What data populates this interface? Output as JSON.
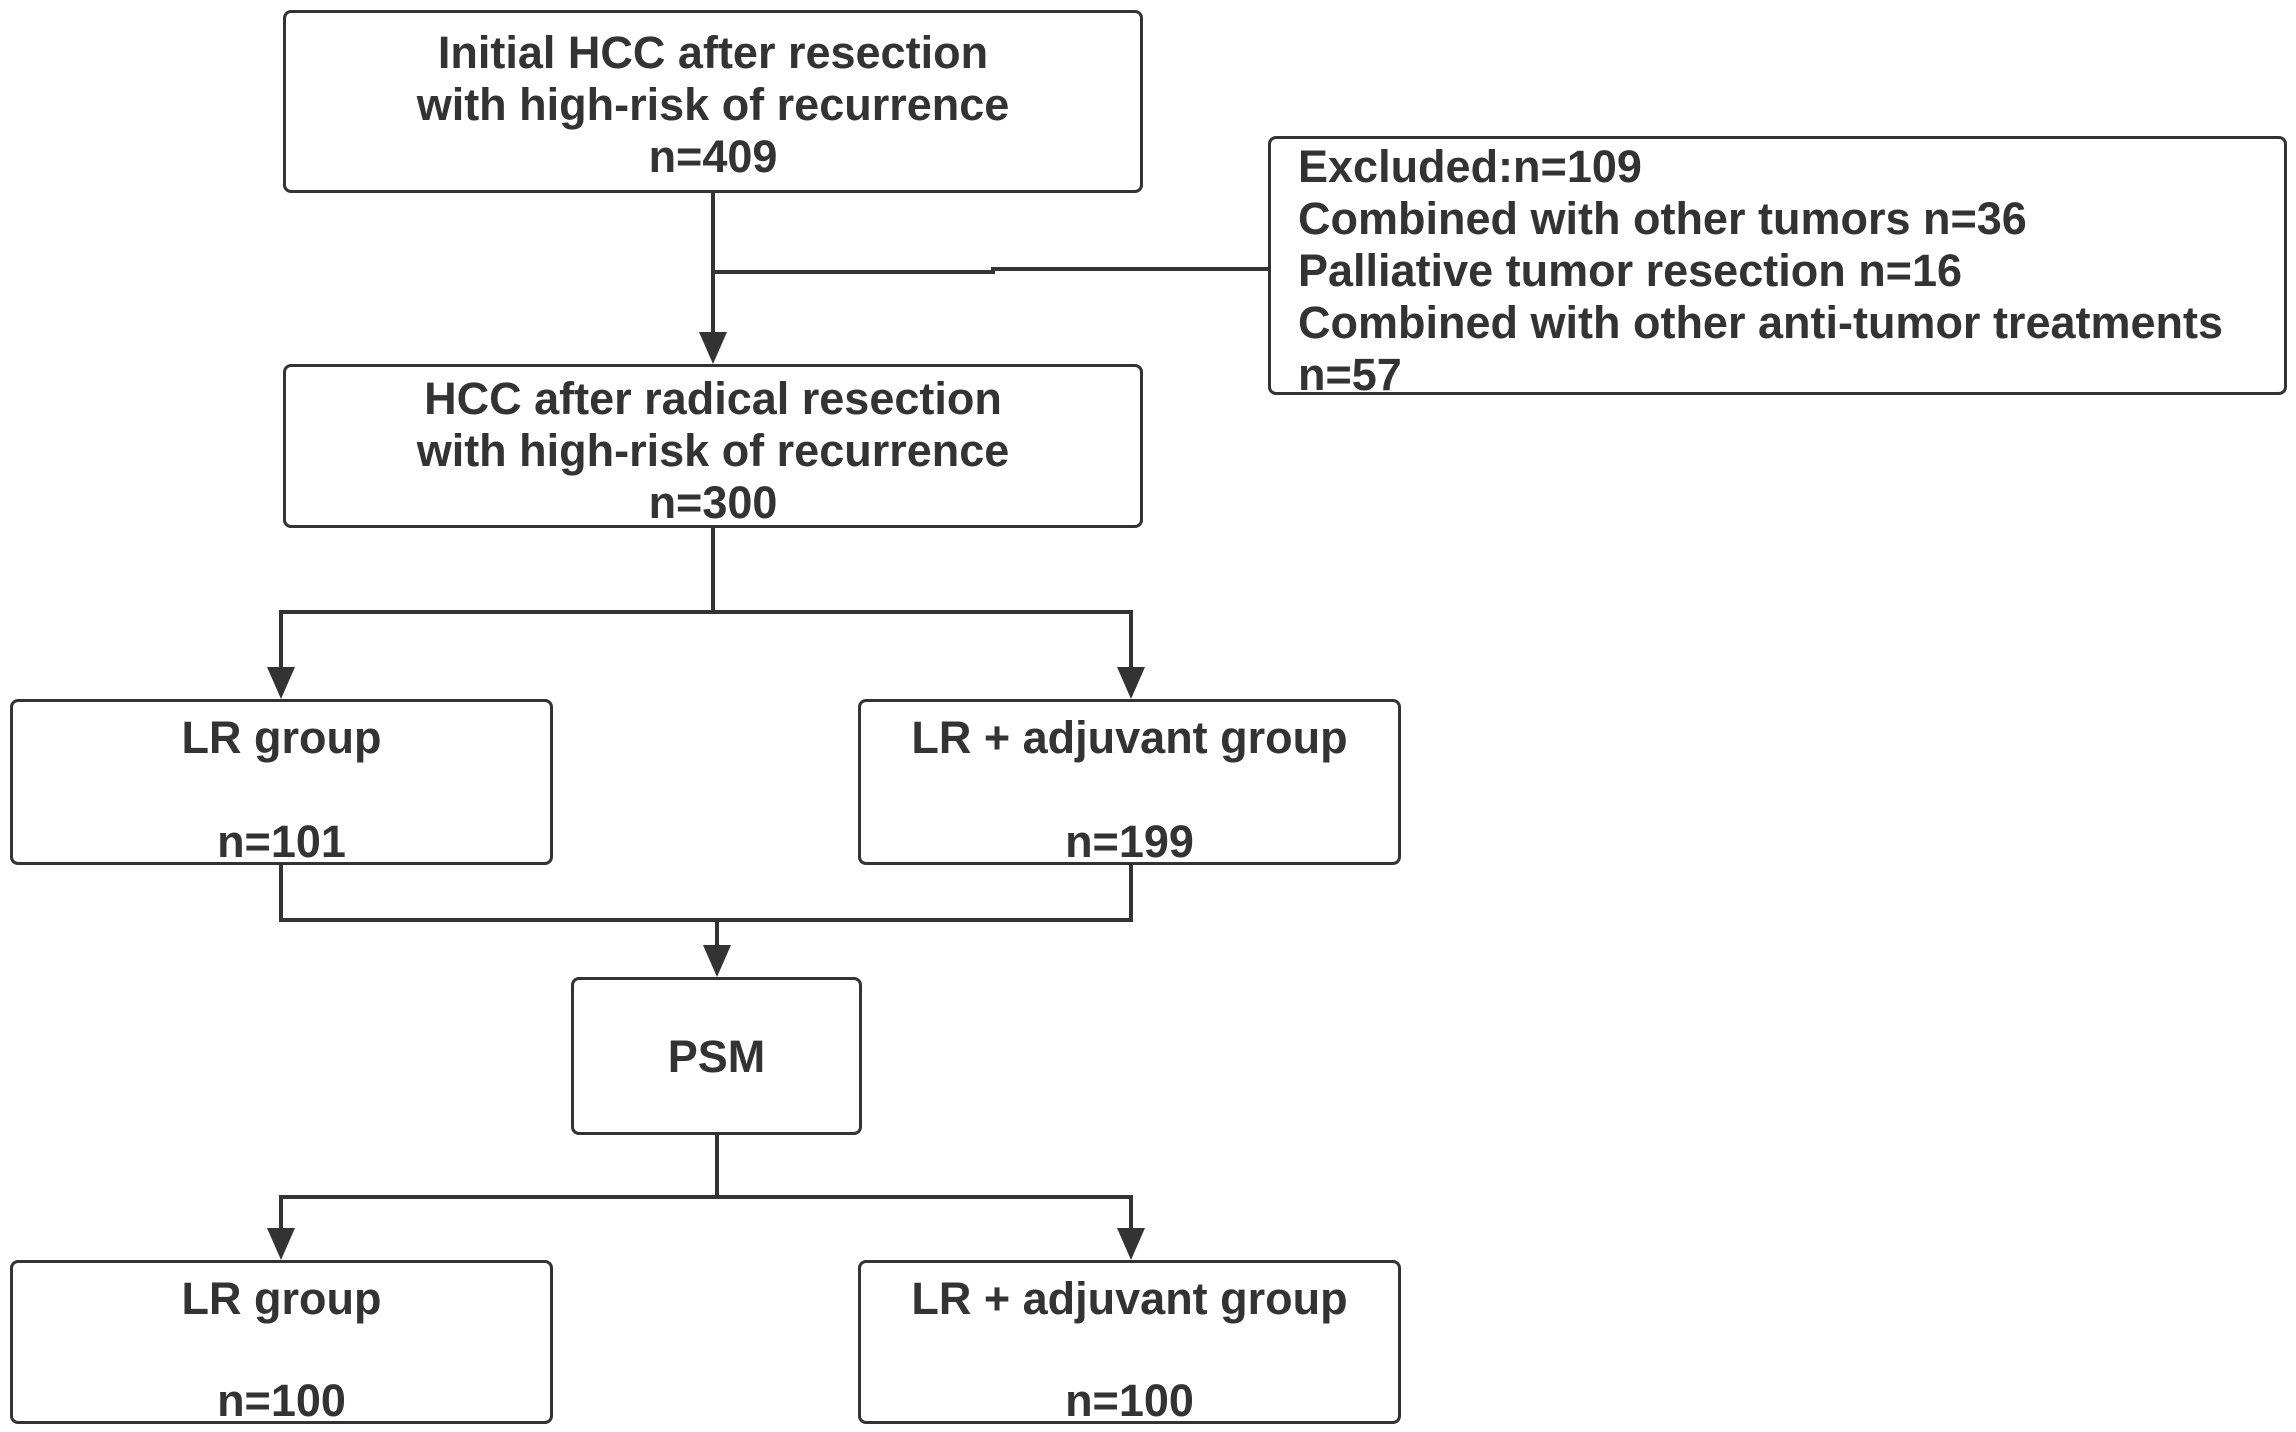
{
  "boxes": {
    "initial": {
      "line1": "Initial HCC after resection",
      "line2": "with high-risk of recurrence",
      "n": "n=409"
    },
    "excluded": {
      "title": "Excluded:n=109",
      "item1": "Combined with other tumors n=36",
      "item2": "Palliative tumor resection n=16",
      "item3": "Combined with other anti-tumor treatments",
      "item3_n": "n=57"
    },
    "radical": {
      "line1": "HCC after radical resection",
      "line2": "with high-risk of recurrence",
      "n": "n=300"
    },
    "lr_before": {
      "label": "LR group",
      "n": "n=101"
    },
    "adj_before": {
      "label": "LR + adjuvant group",
      "n": "n=199"
    },
    "psm": {
      "label": "PSM"
    },
    "lr_after": {
      "label": "LR group",
      "n": "n=100"
    },
    "adj_after": {
      "label": "LR + adjuvant group",
      "n": "n=100"
    }
  },
  "colors": {
    "stroke": "#333333",
    "text": "#333333",
    "background": "#ffffff"
  }
}
